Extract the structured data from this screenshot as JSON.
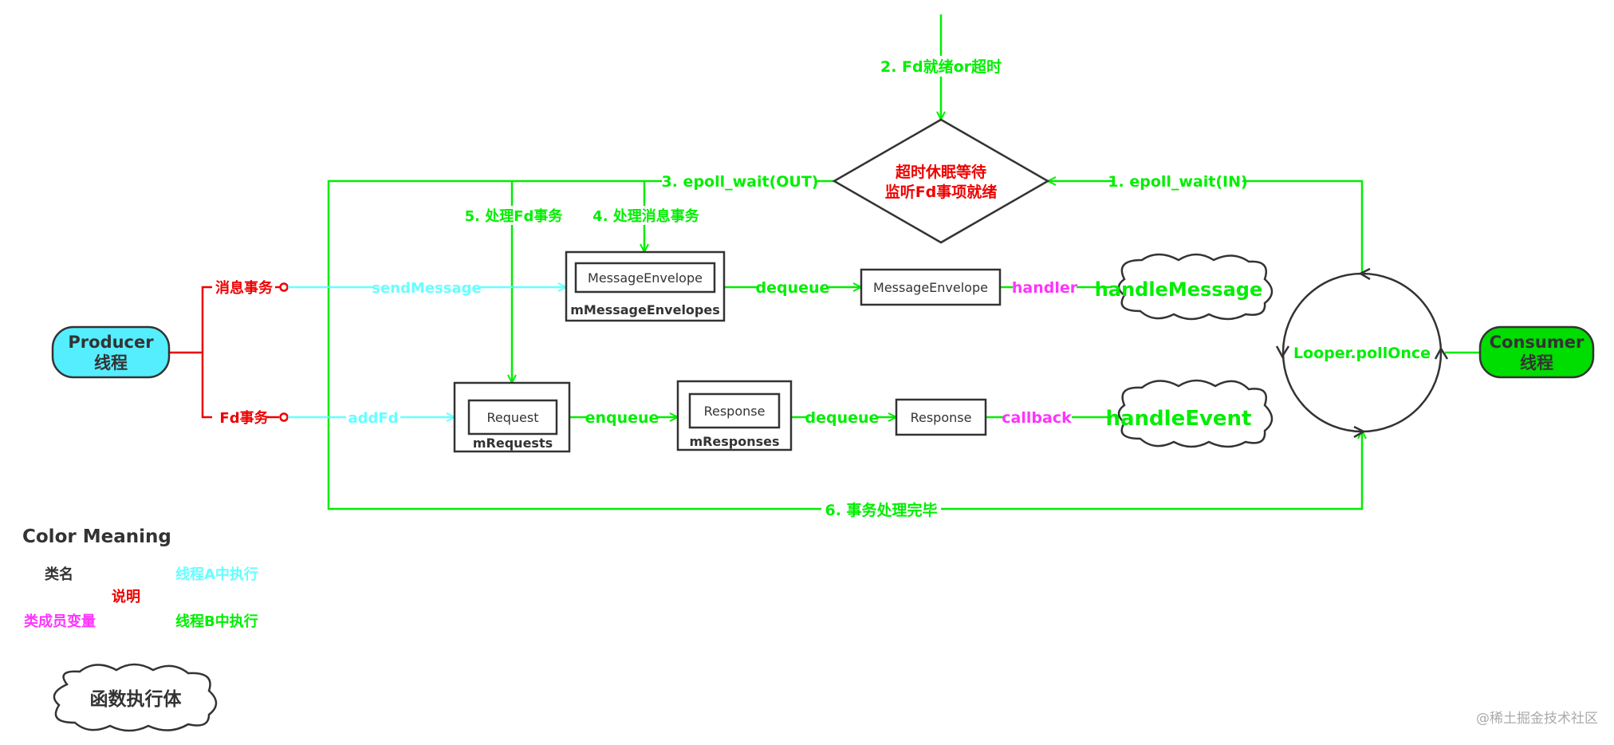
{
  "colors": {
    "green": "#00ee00",
    "cyan": "#66ffff",
    "red": "#ee0000",
    "magenta": "#ff33ff",
    "dark": "#333333",
    "producer_fill": "#55eeff",
    "consumer_fill": "#00dd00"
  },
  "nodes": {
    "producer": {
      "line1": "Producer",
      "line2": "线程"
    },
    "consumer": {
      "line1": "Consumer",
      "line2": "线程"
    },
    "diamond": {
      "line1": "超时休眠等待",
      "line2": "监听Fd事项就绪"
    },
    "looper": "Looper.pollOnce",
    "msg_queue_inner": "MessageEnvelope",
    "msg_queue_label": "mMessageEnvelopes",
    "msg_item": "MessageEnvelope",
    "req_inner": "Request",
    "req_label": "mRequests",
    "resp_inner": "Response",
    "resp_label": "mResponses",
    "resp_item": "Response",
    "handle_message": "handleMessage",
    "handle_event": "handleEvent"
  },
  "edges": {
    "step1": "1. epoll_wait(IN)",
    "step2": "2. Fd就绪or超时",
    "step3": "3. epoll_wait(OUT)",
    "step4": "4. 处理消息事务",
    "step5": "5. 处理Fd事务",
    "step6": "6. 事务处理完毕",
    "msg_event": "消息事务",
    "fd_event": "Fd事务",
    "send_message": "sendMessage",
    "add_fd": "addFd",
    "dequeue1": "dequeue",
    "enqueue": "enqueue",
    "dequeue2": "dequeue",
    "handler": "handler",
    "callback": "callback"
  },
  "legend": {
    "title": "Color Meaning",
    "class_name": "类名",
    "thread_a": "线程A中执行",
    "description": "说明",
    "member_var": "类成员变量",
    "thread_b": "线程B中执行",
    "func_body": "函数执行体"
  },
  "watermark": "@稀土掘金技术社区"
}
